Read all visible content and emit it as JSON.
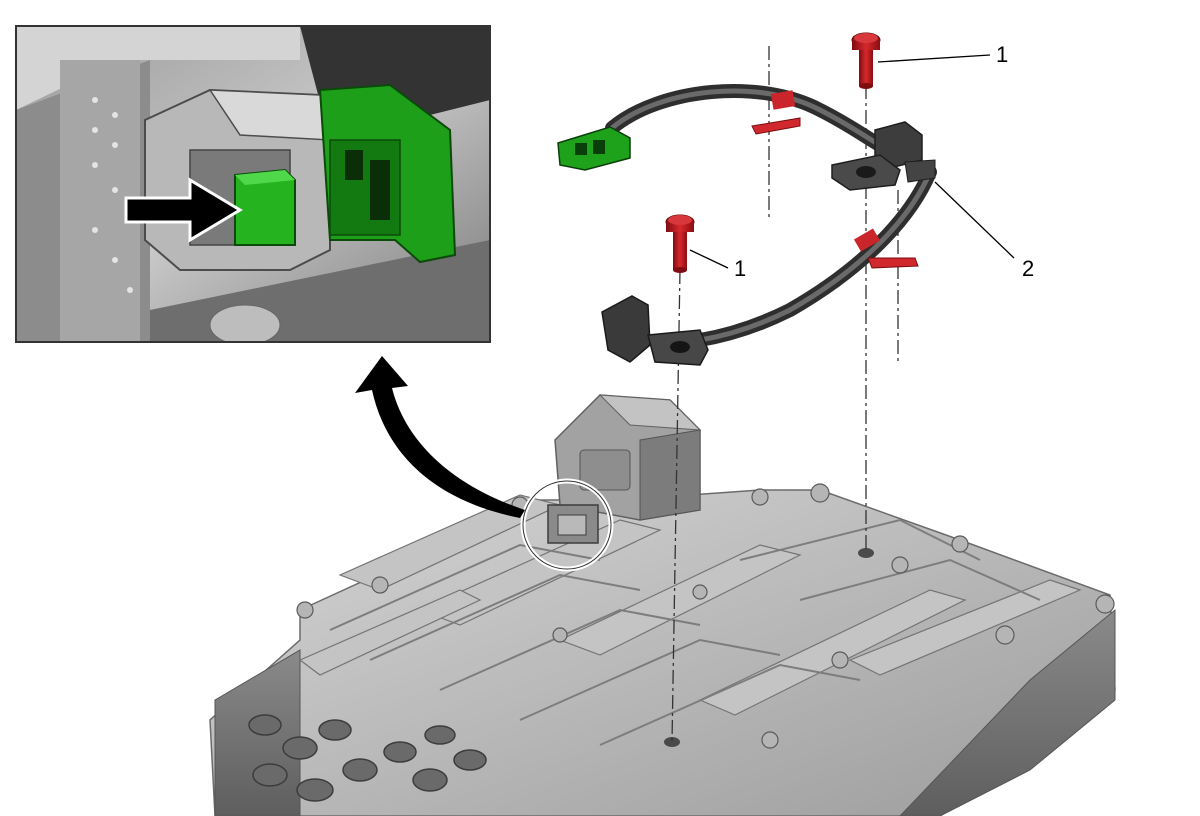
{
  "callouts": [
    {
      "id": "bolt-upper",
      "label": "1"
    },
    {
      "id": "bolt-lower",
      "label": "1"
    },
    {
      "id": "wiring-harness",
      "label": "2"
    }
  ],
  "colors": {
    "background": "#ffffff",
    "harness": "#4a4a4a",
    "connector_green": "#22a81e",
    "bolt_red": "#c0141a",
    "clip_red": "#d0282c",
    "valve_body": "#a9a9a9",
    "inset_frame": "#333333",
    "arrow": "#000000"
  },
  "icons": {
    "detail_arrow": "curved-arrow-icon",
    "pointer_arrow": "right-arrow-icon"
  }
}
